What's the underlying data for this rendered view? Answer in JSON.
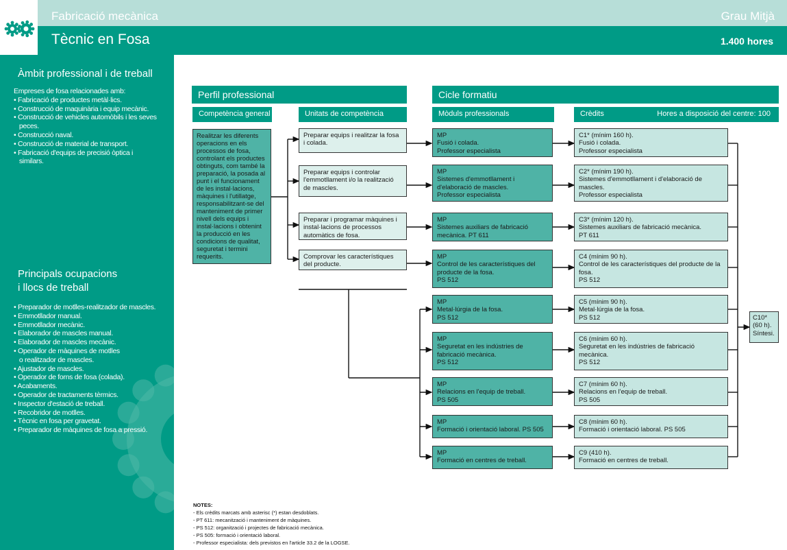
{
  "header": {
    "family": "Fabricació mecànica",
    "level": "Grau Mitjà",
    "title": "Tècnic en Fosa",
    "hours": "1.400 hores"
  },
  "colors": {
    "primary": "#009b86",
    "band": "#b7ded8",
    "module_box": "#4fb3a6",
    "credit_box": "#c6e6e1"
  },
  "icons": {
    "logo": "gear-icon"
  },
  "sidebar": {
    "ambit_title": "Àmbit professional i de treball",
    "ambit_items": [
      "Empreses de fosa relacionades amb:",
      "• Fabricació de productes metàl·lics.",
      "• Construcció de maquinària i equip mecànic.",
      "• Construcció de vehicles automòbils i les seves",
      "   peces.",
      "• Construcció naval.",
      "• Construcció de material de transport.",
      "• Fabricació d'equips de precisió òptica i",
      "   similars."
    ],
    "ocup_title_1": "Principals ocupacions",
    "ocup_title_2": "i llocs de treball",
    "ocup_items": [
      "• Preparador de motlles-realitzador de mascles.",
      "• Emmotllador manual.",
      "• Emmotllador mecànic.",
      "• Elaborador de mascles manual.",
      "• Elaborador de mascles mecànic.",
      "• Operador de màquines de motlles",
      "   o realitzador de mascles.",
      "• Ajustador de mascles.",
      "• Operador de forns de fosa (colada).",
      "• Acabaments.",
      "• Operador de tractaments tèrmics.",
      "• Inspector d'estació de treball.",
      "• Recobridor de motlles.",
      "• Tècnic en fosa per gravetat.",
      "• Preparador de màquines de fosa a pressió."
    ]
  },
  "perfil": {
    "title": "Perfil professional",
    "competencia_label": "Competència general",
    "unitats_label": "Unitats de competència",
    "competencia_text": "Realitzar les diferents operacions en els processos de fosa, controlant els productes obtinguts, com també la preparació, la posada al punt i el funcionament de les instal·lacions, màquines i l'utillatge, responsabilitzant-se del manteniment de primer nivell dels equips i instal·lacions i obtenint la producció en les condicions de qualitat, seguretat i termini requerits.",
    "unitats": [
      "Preparar equips i realitzar la fosa i colada.",
      "Preparar equips i controlar l'emmotllament i/o la realització de mascles.",
      "Preparar i programar màquines i instal·lacions de processos automàtics de fosa.",
      "Comprovar les característiques del producte."
    ]
  },
  "cicle": {
    "title": "Cicle formatiu",
    "moduls_label": "Mòduls professionals",
    "credits_label": "Crèdits",
    "hores_centre": "Hores a disposició del centre: 100",
    "moduls": [
      "MP\nFusió i colada.\nProfessor especialista",
      "MP\nSistemes d'emmotllament i d'elaboració de mascles.\nProfessor especialista",
      "MP\nSistemes auxiliars de fabricació mecànica. PT 611",
      "MP\nControl de les característiques del producte de la fosa.\nPS 512",
      "MP\nMetal·lúrgia de la fosa.\nPS 512",
      "MP\nSeguretat en les indústries de fabricació mecànica.\nPS 512",
      "MP\nRelacions en l'equip de treball.\nPS 505",
      "MP\nFormació i orientació laboral. PS 505",
      "MP\nFormació en centres de treball."
    ],
    "credits": [
      "C1* (mínim 160 h).\nFusió i colada.\nProfessor especialista",
      "C2* (mínim 190 h).\nSistemes d'emmotllament i d'elaboració de mascles.\nProfessor especialista",
      "C3* (mínim 120 h).\nSistemes auxiliars de fabricació mecànica.\nPT 611",
      "C4 (mínim 90 h).\nControl de les característiques del producte de la fosa.\nPS 512",
      "C5 (mínim 90 h).\nMetal·lúrgia de la fosa.\nPS 512",
      "C6 (mínim 60 h).\nSeguretat en les indústries de fabricació mecànica.\nPS 512",
      "C7 (mínim 60 h).\nRelacions en l'equip de treball.\nPS 505",
      "C8 (mínim 60 h).\nFormació i orientació laboral. PS 505",
      "C9 (410 h).\nFormació en centres de treball."
    ],
    "sintesi": "C10*\n(60 h).\nSíntesi."
  },
  "notes": {
    "title": "NOTES:",
    "lines": [
      "- Els crèdits marcats amb asterisc (*) estan desdoblats.",
      "- PT 611: mecanització i manteniment de màquines.",
      "- PS 512: organització i projectes de fabricació mecànica.",
      "- PS 505: formació i orientació laboral.",
      "- Professor especialista: dels previstos en l'article 33.2 de la LOGSE."
    ]
  }
}
